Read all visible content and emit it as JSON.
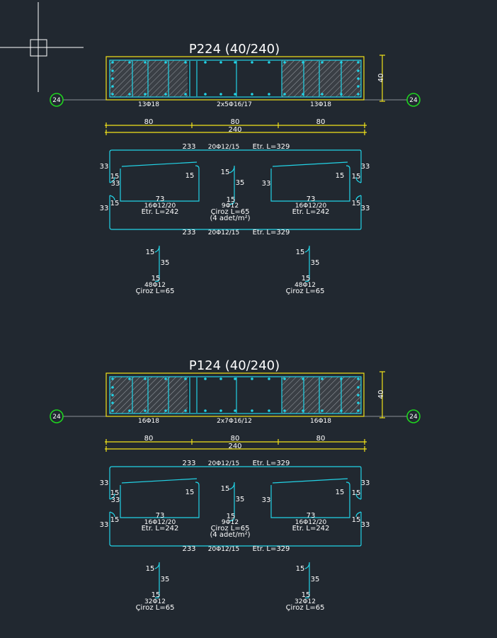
{
  "colors": {
    "background": "#212830",
    "rebar": "#22d3e6",
    "outline": "#f2e31a",
    "axis_bubble": "#1fd41f",
    "text": "#ffffff"
  },
  "sections": [
    {
      "title": "P224 (40/240)",
      "axis_left": "24",
      "axis_right": "24",
      "height_label": "40",
      "rebar_left": "13Φ18",
      "rebar_mid": "2x5Φ16/17",
      "rebar_right": "13Φ18",
      "dims": [
        "80",
        "80",
        "80"
      ],
      "dim_total": "240",
      "stirrup_top": "233",
      "stirrup_top_spec": "20Φ12/15",
      "stirrup_top_len": "Etr. L=329",
      "stirrup_bottom": "233",
      "stirrup_bottom_spec": "20Φ12/15",
      "stirrup_bottom_len": "Etr. L=329",
      "side33": "33",
      "inner15": "15",
      "inner73": "73",
      "inner_spec": "16Φ12/20",
      "inner_len": "Etr. L=242",
      "hook15": "15",
      "hook35": "35",
      "mid_spec": "9Φ12",
      "mid_len": "Çiroz L=65",
      "mid_note": "(4 adet/m²)",
      "lower_spec_left": "48Φ12",
      "lower_spec_right": "48Φ12",
      "lower_len": "Çiroz L=65"
    },
    {
      "title": "P124 (40/240)",
      "axis_left": "24",
      "axis_right": "24",
      "height_label": "40",
      "rebar_left": "16Φ18",
      "rebar_mid": "2x7Φ16/12",
      "rebar_right": "16Φ18",
      "dims": [
        "80",
        "80",
        "80"
      ],
      "dim_total": "240",
      "stirrup_top": "233",
      "stirrup_top_spec": "20Φ12/15",
      "stirrup_top_len": "Etr. L=329",
      "stirrup_bottom": "233",
      "stirrup_bottom_spec": "20Φ12/15",
      "stirrup_bottom_len": "Etr. L=329",
      "side33": "33",
      "inner15": "15",
      "inner73": "73",
      "inner_spec": "16Φ12/20",
      "inner_len": "Etr. L=242",
      "hook15": "15",
      "hook35": "35",
      "mid_spec": "9Φ12",
      "mid_len": "Çiroz L=65",
      "mid_note": "(4 adet/m²)",
      "lower_spec_left": "32Φ12",
      "lower_spec_right": "32Φ12",
      "lower_len": "Çiroz L=65"
    }
  ]
}
